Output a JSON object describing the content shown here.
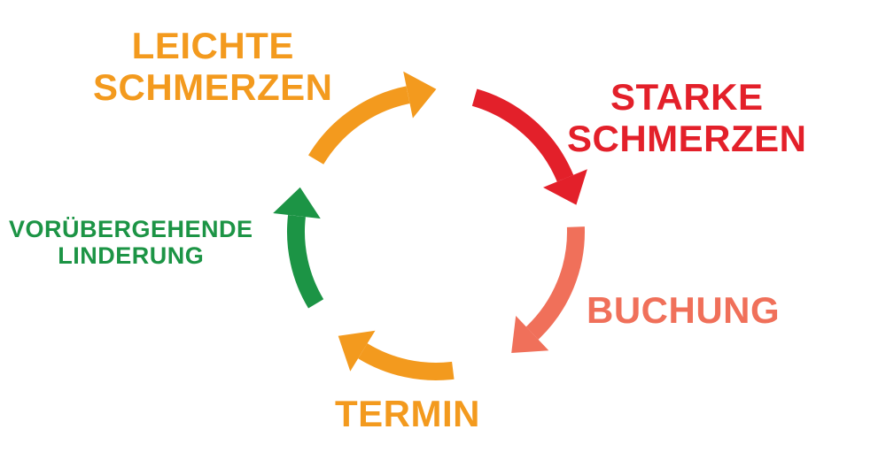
{
  "diagram": {
    "type": "cycle",
    "stages": [
      {
        "key": "mild",
        "lines": [
          "LEICHTE",
          "SCHMERZEN"
        ],
        "color": "#f39a1e"
      },
      {
        "key": "severe",
        "lines": [
          "STARKE",
          "SCHMERZEN"
        ],
        "color": "#e3202a"
      },
      {
        "key": "booking",
        "lines": [
          "BUCHUNG"
        ],
        "color": "#f0705a"
      },
      {
        "key": "appointment",
        "lines": [
          "TERMIN"
        ],
        "color": "#f39a1e"
      },
      {
        "key": "relief",
        "lines": [
          "VORÜBERGEHENDE",
          "LINDERUNG"
        ],
        "color": "#1c9445"
      }
    ],
    "arrow_colors": {
      "mild": "#f39a1e",
      "severe": "#e3202a",
      "booking": "#f0705a",
      "appointment": "#f39a1e",
      "relief": "#1c9445"
    },
    "direction": "clockwise"
  }
}
